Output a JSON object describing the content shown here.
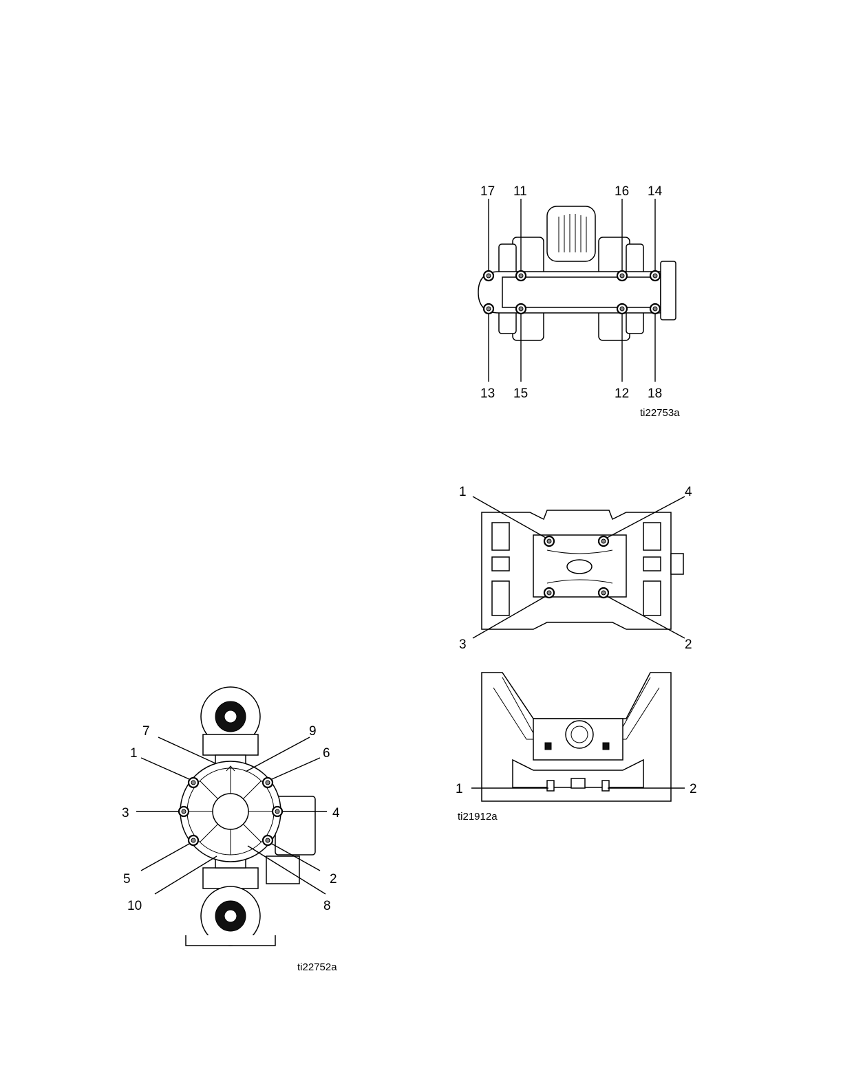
{
  "figures": {
    "side_view": {
      "ref": "ti22752a",
      "callouts": [
        "1",
        "2",
        "3",
        "4",
        "5",
        "6",
        "7",
        "8",
        "9",
        "10"
      ]
    },
    "top_view": {
      "ref": "ti22753a",
      "callouts": [
        "11",
        "12",
        "13",
        "14",
        "15",
        "16",
        "17",
        "18"
      ]
    },
    "center_section": {
      "ref": "ti21912a",
      "callouts_upper": [
        "1",
        "2",
        "3",
        "4"
      ],
      "callouts_lower": [
        "1",
        "2"
      ]
    }
  }
}
